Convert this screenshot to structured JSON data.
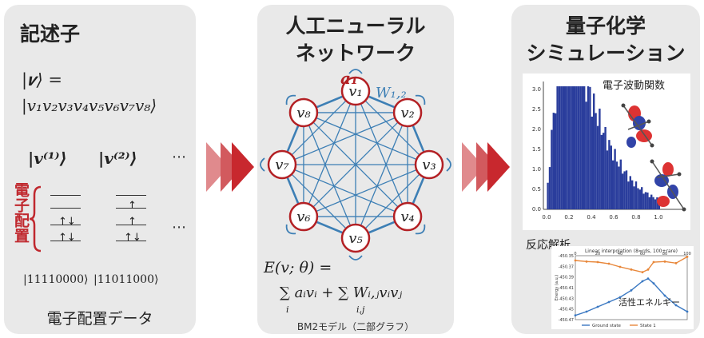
{
  "panel1": {
    "title": "記述子",
    "ket_line1": "|𝒗⟩ =",
    "ket_line2": "|v₁v₂v₃v₄v₅v₆v₇v₈⟩",
    "ket_v1": "|𝒗⁽¹⁾⟩",
    "ket_v2": "|𝒗⁽²⁾⟩",
    "ellipsis": "⋯",
    "side_label": "電子配置",
    "config1": "|11110000⟩",
    "config2": "|11011000⟩",
    "caption": "電子配置データ"
  },
  "panel2": {
    "title_line1": "人工ニューラル",
    "title_line2": "ネットワーク",
    "nodes": [
      "v₁",
      "v₂",
      "v₃",
      "v₄",
      "v₅",
      "v₆",
      "v₇",
      "v₈"
    ],
    "a_label": "a₁",
    "w_label": "W₁,₂",
    "energy_line1": "E(v; θ) =",
    "energy_line2": "∑ aᵢvᵢ + ∑ Wᵢ,ⱼvᵢvⱼ",
    "sum_i": "i",
    "sum_ij": "i,j",
    "caption": "BM2モデル（二部グラフ）"
  },
  "panel3": {
    "title_line1": "量子化学",
    "title_line2": "シミュレーション",
    "wf_label": "電子波動関数",
    "reaction_label": "反応解析",
    "activation_label": "活性エネルギー"
  },
  "colors": {
    "node_border": "#b32024",
    "edge": "#3d7fb5",
    "arrow": "#c8282e",
    "hist": "#2a3d9c",
    "a_label": "#b32024",
    "w_label": "#3d7fb5"
  },
  "histogram": {
    "x_ticks": [
      "0.0",
      "0.2",
      "0.4",
      "0.6",
      "0.8",
      "1.0"
    ],
    "y_ticks": [
      "0.0",
      "0.5",
      "1.0",
      "1.5",
      "2.0",
      "2.5",
      "3.0"
    ]
  },
  "reaction_chart": {
    "title": "Linear interpolation (8=rds, 100+rare)",
    "x_ticks": [
      "0",
      "20",
      "40",
      "60",
      "80",
      "100"
    ],
    "y_ticks": [
      "-450.35",
      "-450.37",
      "-450.39",
      "-450.41",
      "-450.43",
      "-450.45",
      "-450.47"
    ],
    "ylabel": "Energy (a.u.)",
    "legend": [
      "Ground state",
      "State 1"
    ],
    "series": [
      {
        "name": "Ground state",
        "color": "#3a78c2",
        "x": [
          0,
          10,
          20,
          30,
          40,
          50,
          60,
          65,
          70,
          80,
          90,
          100
        ],
        "y": [
          -450.462,
          -450.455,
          -450.446,
          -450.437,
          -450.428,
          -450.415,
          -450.398,
          -450.393,
          -450.402,
          -450.425,
          -450.443,
          -450.455
        ]
      },
      {
        "name": "State 1",
        "color": "#e8873a",
        "x": [
          0,
          10,
          20,
          30,
          40,
          50,
          60,
          65,
          70,
          80,
          90,
          100
        ],
        "y": [
          -450.359,
          -450.361,
          -450.362,
          -450.365,
          -450.371,
          -450.376,
          -450.381,
          -450.376,
          -450.362,
          -450.361,
          -450.364,
          -450.352
        ]
      }
    ]
  }
}
